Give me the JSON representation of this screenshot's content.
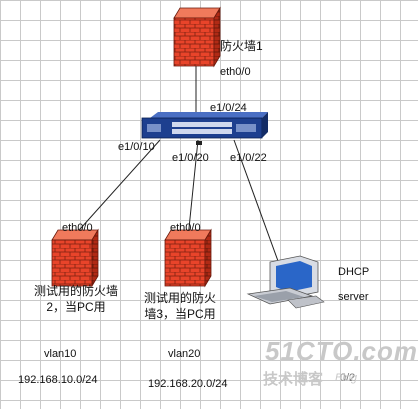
{
  "devices": {
    "firewall1": {
      "name": "防火墙1",
      "port": "eth0/0"
    },
    "switch": {
      "port_top": "e1/0/24",
      "port_left": "e1/0/10",
      "port_mid": "e1/0/20",
      "port_right": "e1/0/22"
    },
    "firewall2": {
      "port": "eth0/0",
      "name": "测试用的防火墙2，当PC用",
      "vlan": "vlan10",
      "subnet": "192.168.10.0/24"
    },
    "firewall3": {
      "port": "eth0/0",
      "name": "测试用的防火墙3，当PC用",
      "vlan": "vlan20",
      "subnet": "192.168.20.0/24"
    },
    "dhcp_server": {
      "label_line1": "DHCP",
      "label_line2": "server",
      "subnet_fragment": "0/2"
    }
  },
  "watermark": {
    "logo": "51CTO.com",
    "slogan": "技术博客",
    "blog": "Blog"
  },
  "colors": {
    "firewall_red": "#e8442a",
    "switch_blue": "#1d3f8f",
    "grid": "#c9c9c9"
  }
}
